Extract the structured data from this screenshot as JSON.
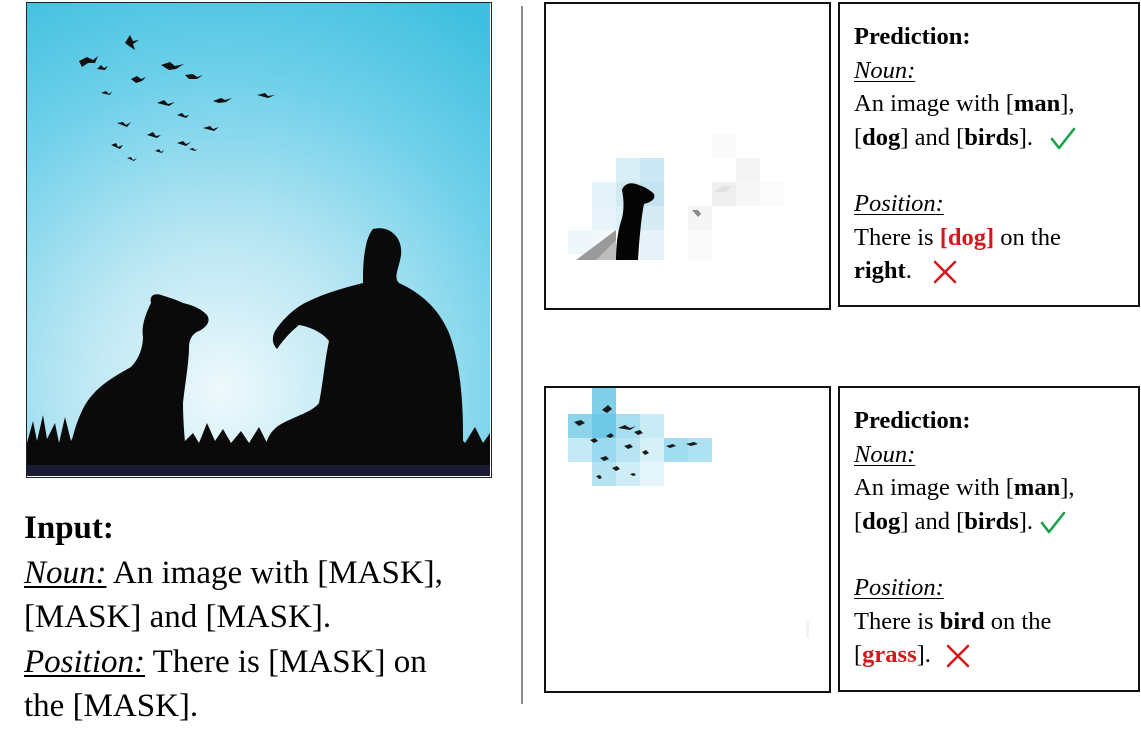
{
  "input": {
    "heading": "Input:",
    "noun_label": "Noun:",
    "noun_text_1": " An image with [MASK],",
    "noun_text_2": "[MASK] and [MASK].",
    "position_label": "Position:",
    "position_text_1": " There is [MASK] on",
    "position_text_2": "the [MASK]."
  },
  "predictions": [
    {
      "heading": "Prediction:",
      "noun_label": "Noun:",
      "noun_line1_pre": "An image with [",
      "noun_line1_bold": "man",
      "noun_line1_post": "],",
      "noun_line2_pre": "[",
      "noun_line2_bold1": "dog",
      "noun_line2_mid": "] and [",
      "noun_line2_bold2": "birds",
      "noun_line2_post": "].",
      "noun_result": "correct",
      "position_label": "Position:",
      "position_line1_pre": "There is ",
      "position_line1_red": "[dog]",
      "position_line1_post": " on the",
      "position_line2_bold": "right",
      "position_line2_post": ".",
      "position_result": "incorrect"
    },
    {
      "heading": "Prediction:",
      "noun_label": "Noun:",
      "noun_line1_pre": "An image with [",
      "noun_line1_bold": "man",
      "noun_line1_post": "],",
      "noun_line2_pre": "[",
      "noun_line2_bold1": "dog",
      "noun_line2_mid": "] and [",
      "noun_line2_bold2": "birds",
      "noun_line2_post": "].",
      "noun_result": "correct",
      "position_label": "Position:",
      "position_line1_pre": "There is ",
      "position_line1_bold": "bird",
      "position_line1_post": " on the",
      "position_line2_pre": "[",
      "position_line2_red": "grass",
      "position_line2_post": "].",
      "position_result": "incorrect"
    }
  ],
  "colors": {
    "correct_mark": "#1aa14b",
    "incorrect_mark": "#d4171c",
    "sky_top": "#3fc0df",
    "sky_glow": "#eef9fc"
  },
  "icons": [
    "checkmark-icon",
    "cross-icon"
  ]
}
